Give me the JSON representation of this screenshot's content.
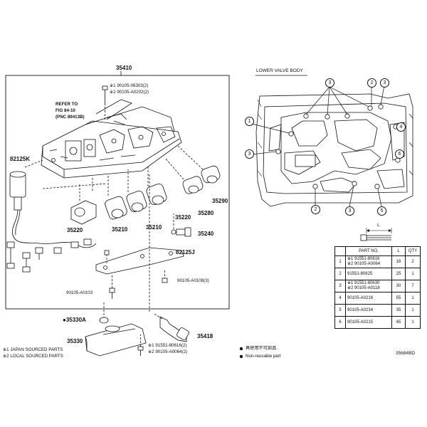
{
  "left": {
    "main_part": "35410",
    "refer_lines": [
      "REFER TO",
      "FIG 84-10",
      "(PNC 89413B)"
    ],
    "bolt_top_1": "※1 90105-06303(2)",
    "bolt_top_2": "※2 90105-A0202(2)",
    "solenoid_wire": "82125K",
    "sol_35220_left": "35220",
    "sol_35210_a": "35210",
    "sol_35210_b": "35210",
    "sol_35220_right": "35220",
    "sol_35280": "35280",
    "sol_35290": "35290",
    "sol_35240": "35240",
    "wire_82125j": "82125J",
    "bolt_a0103": "90105-A0103",
    "bolt_a0108": "90105-A0108(3)",
    "gasket": "●35330A",
    "strainer": "35330",
    "sensor": "35418",
    "bolt_bottom_1": "※1 91551-80616(2)",
    "bolt_bottom_2": "※2 90105-A0064(2)",
    "footnote_1": "※1 JAPAN SOURCED PARTS",
    "footnote_2": "※2 LOCAL SOURCED PARTS",
    "legend_1": "再使用不可部品",
    "legend_2": "Non-reusable part"
  },
  "right": {
    "title": "LOWER VALVE BODY",
    "bolt_dim_label": "L",
    "callouts": [
      "1",
      "2",
      "3",
      "4",
      "5",
      "6"
    ],
    "table_headers": [
      "PART NO.",
      "L",
      "QTY"
    ],
    "table_rows": [
      {
        "no": "1",
        "part": "※1 91551-80616\n※2 90105-A0064",
        "l": "16",
        "qty": "2"
      },
      {
        "no": "2",
        "part": "91551-80625",
        "l": "25",
        "qty": "1"
      },
      {
        "no": "3",
        "part": "※1 91551-80630\n※2 90105-A0118",
        "l": "30",
        "qty": "7"
      },
      {
        "no": "4",
        "part": "90105-A0216",
        "l": "55",
        "qty": "1"
      },
      {
        "no": "5",
        "part": "90105-A0234",
        "l": "35",
        "qty": "1"
      },
      {
        "no": "6",
        "part": "90105-A0215",
        "l": "45",
        "qty": "1"
      }
    ],
    "figure_code": "35684BD"
  }
}
